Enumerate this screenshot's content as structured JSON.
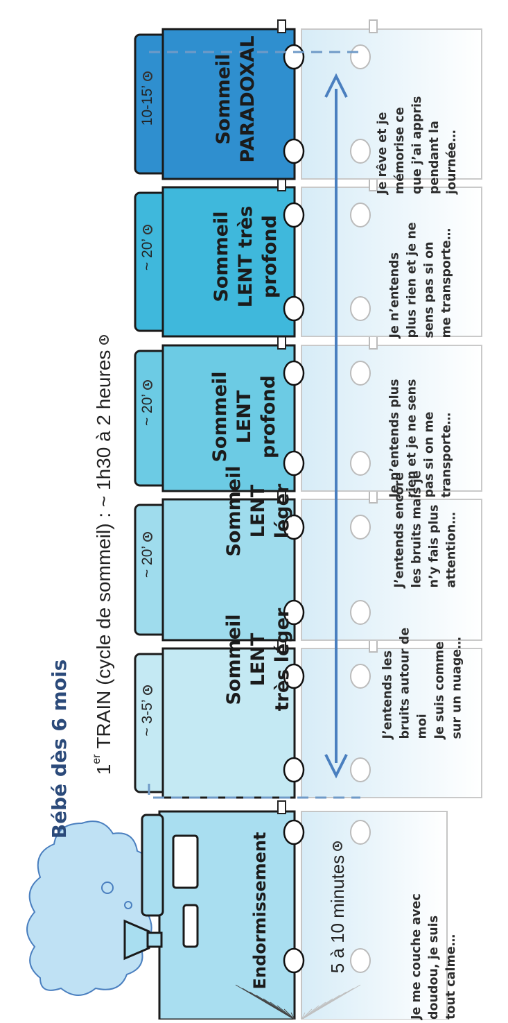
{
  "cloud": {
    "label": "Bébé dès 6 mois"
  },
  "title": {
    "ordinal": "1",
    "ordinal_sup": "er",
    "text": "TRAIN (cycle de sommeil) : ~ 1h30 à 2 heures"
  },
  "engine": {
    "label": "Endormissement",
    "time": "5 à 10 minutes",
    "description": "Je me couche avec\ndoudou, je suis\ntout calme…"
  },
  "cars": [
    {
      "duration": "~ 3-5’",
      "title": "Sommeil\nLENT\ntrès léger",
      "color": "#c4e9f3",
      "description": "J’entends les\nbruits autour de\nmoi\nJe suis comme\nsur un nuage…"
    },
    {
      "duration": "~ 20’",
      "title": "Sommeil\nLENT\nléger",
      "color": "#9fdced",
      "description": "J’entends  encore\nles bruits mais je\nn’y fais plus\nattention…"
    },
    {
      "duration": "~ 20’",
      "title": "Sommeil\nLENT\nprofond",
      "color": "#6ccbe4",
      "description": "Je n’entends plus\nrien et je ne sens\npas si on me\ntransporte…"
    },
    {
      "duration": "~ 20’",
      "title": "Sommeil\nLENT très\nprofond",
      "color": "#3fb8dc",
      "description": "Je n’entends\nplus rien et je ne\nsens pas si on\nme transporte…"
    },
    {
      "duration": "10-15’",
      "title": "Sommeil\nPARADOXAL",
      "color": "#2f8fcf",
      "description": "Je rêve et je\nmémorise ce\nque j’ai appris\npendant la\njournée…"
    }
  ],
  "colors": {
    "engine": "#a9def0",
    "reflection": "#e6f3fa",
    "arrow": "#4a7fbf",
    "outline": "#1a1a1a"
  }
}
